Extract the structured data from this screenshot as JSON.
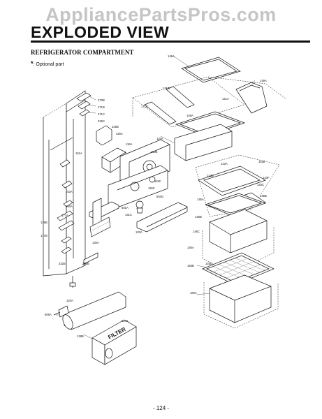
{
  "watermark": "AppliancePartsPros.com",
  "page_title": "EXPLODED VIEW",
  "section_title": "REFRIGERATOR COMPARTMENT",
  "optional_note": {
    "symbol": "*",
    "text": ": Optional part"
  },
  "page_number": "- 124 -",
  "filter_label": "FILTER",
  "callouts": [
    "149A",
    "149A",
    "141A",
    "171C",
    "171C",
    "146A",
    "270B",
    "271B",
    "271C",
    "326C",
    "326B",
    "326A",
    "115A",
    "116A",
    "119E",
    "119C",
    "115C",
    "601A",
    "604D",
    "131C",
    "133A",
    "130A",
    "143A",
    "143B",
    "143E",
    "143F",
    "143C",
    "145A",
    "145B",
    "146B",
    "146C",
    "146A",
    "145D",
    "155B",
    "160A",
    "151A",
    "176B",
    "177B",
    "177A",
    "153A",
    "150A",
    "332B",
    "272B",
    "120A",
    "606A",
    "138B",
    "124A"
  ]
}
